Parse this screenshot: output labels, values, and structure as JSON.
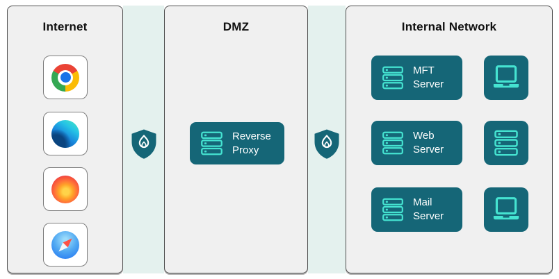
{
  "zones": {
    "internet": {
      "title": "Internet",
      "browsers": [
        {
          "name": "Chrome",
          "icon": "chrome-icon"
        },
        {
          "name": "Edge",
          "icon": "edge-icon"
        },
        {
          "name": "Firefox",
          "icon": "firefox-icon"
        },
        {
          "name": "Safari",
          "icon": "safari-icon"
        }
      ]
    },
    "dmz": {
      "title": "DMZ",
      "node": {
        "lines": [
          "Reverse",
          "Proxy"
        ],
        "icon": "server-rack-icon"
      }
    },
    "internal": {
      "title": "Internal Network",
      "rows": [
        {
          "lines": [
            "MFT",
            "Server"
          ],
          "icon": "server-rack-icon",
          "device_icon": "laptop-icon"
        },
        {
          "lines": [
            "Web",
            "Server"
          ],
          "icon": "server-rack-icon",
          "device_icon": "server-rack-icon"
        },
        {
          "lines": [
            "Mail",
            "Server"
          ],
          "icon": "server-rack-icon",
          "device_icon": "laptop-icon"
        }
      ]
    }
  },
  "firewalls": [
    {
      "icon": "firewall-shield-icon"
    },
    {
      "icon": "firewall-shield-icon"
    }
  ],
  "colors": {
    "teal": "#156677",
    "turquoise": "#45E3D1",
    "mint": "#E4F1EE",
    "zone_bg": "#F0F0F0",
    "zone_border": "#4D4D4D",
    "title": "#101010",
    "label_text": "#FFFFFF"
  }
}
